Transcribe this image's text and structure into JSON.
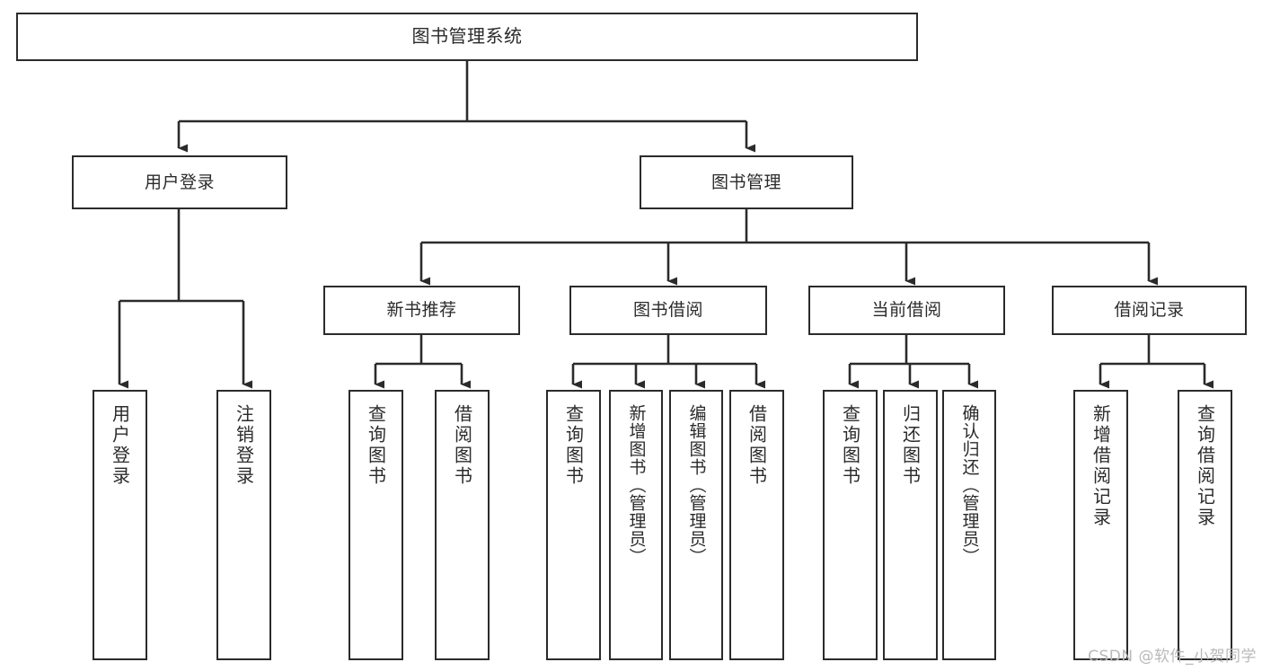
{
  "diagram": {
    "title": "图书管理系统",
    "type": "tree",
    "watermark": "CSDN @软件_小贺同学",
    "colors": {
      "background": "#ffffff",
      "border": "#2b2b2b",
      "text": "#2b2b2b",
      "edge": "#2b2b2b",
      "watermark": "#b9b9b9"
    }
  },
  "nodes": {
    "root": {
      "label": "图书管理系统"
    },
    "level2": [
      {
        "id": "user-login",
        "label": "用户登录"
      },
      {
        "id": "book-management",
        "label": "图书管理"
      }
    ],
    "level3": [
      {
        "id": "new-book-recommend",
        "label": "新书推荐"
      },
      {
        "id": "book-borrow",
        "label": "图书借阅"
      },
      {
        "id": "current-borrow",
        "label": "当前借阅"
      },
      {
        "id": "borrow-record",
        "label": "借阅记录"
      }
    ],
    "leaves": {
      "user-login": [
        {
          "id": "leaf-user-login",
          "label": "用户登录"
        },
        {
          "id": "leaf-logout-login",
          "label": "注销登录"
        }
      ],
      "new-book-recommend": [
        {
          "id": "leaf-query-book-1",
          "label": "查询图书"
        },
        {
          "id": "leaf-borrow-book-1",
          "label": "借阅图书"
        }
      ],
      "book-borrow": [
        {
          "id": "leaf-query-book-2",
          "label": "查询图书"
        },
        {
          "id": "leaf-add-book",
          "label": "新增图书（管理员）"
        },
        {
          "id": "leaf-edit-book",
          "label": "编辑图书（管理员）"
        },
        {
          "id": "leaf-borrow-book-2",
          "label": "借阅图书"
        }
      ],
      "current-borrow": [
        {
          "id": "leaf-query-book-3",
          "label": "查询图书"
        },
        {
          "id": "leaf-return-book",
          "label": "归还图书"
        },
        {
          "id": "leaf-confirm-return",
          "label": "确认归还（管理员）"
        }
      ],
      "borrow-record": [
        {
          "id": "leaf-add-record",
          "label": "新增借阅记录"
        },
        {
          "id": "leaf-query-record",
          "label": "查询借阅记录"
        }
      ]
    }
  }
}
